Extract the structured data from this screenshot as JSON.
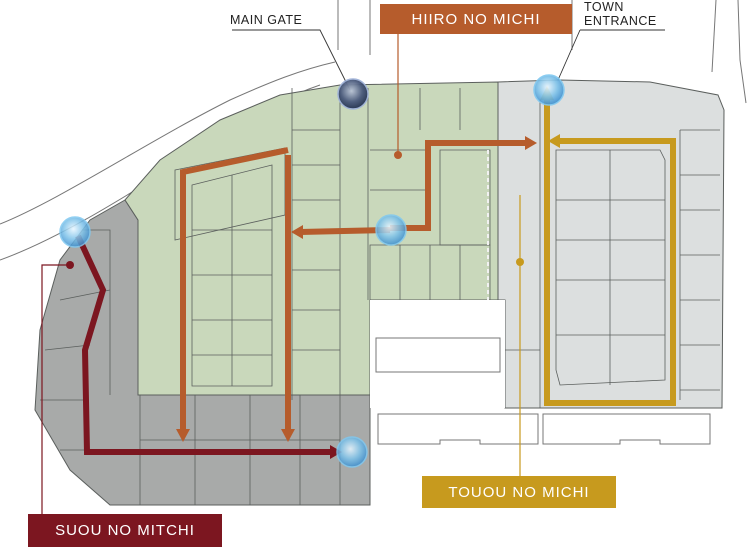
{
  "labels": {
    "main_gate": "MAIN GATE",
    "town_entrance_line1": "TOWN",
    "town_entrance_line2": "ENTRANCE"
  },
  "routes": {
    "hiiro": {
      "name": "HIIRO NO MICHI",
      "color": "#b65c2c"
    },
    "suou": {
      "name": "SUOU NO MITCHI",
      "color": "#7c1620"
    },
    "touou": {
      "name": "TOUOU NO MICHI",
      "color": "#c79a1e"
    }
  },
  "colors": {
    "green_zone": "#c9d8bb",
    "gray_zone": "#a8aaa9",
    "light_zone": "#dcdfdf",
    "lines": "#5b5f5d"
  },
  "icons": {
    "waypoint": "circle-marker-icon",
    "direction": "arrow-icon"
  }
}
